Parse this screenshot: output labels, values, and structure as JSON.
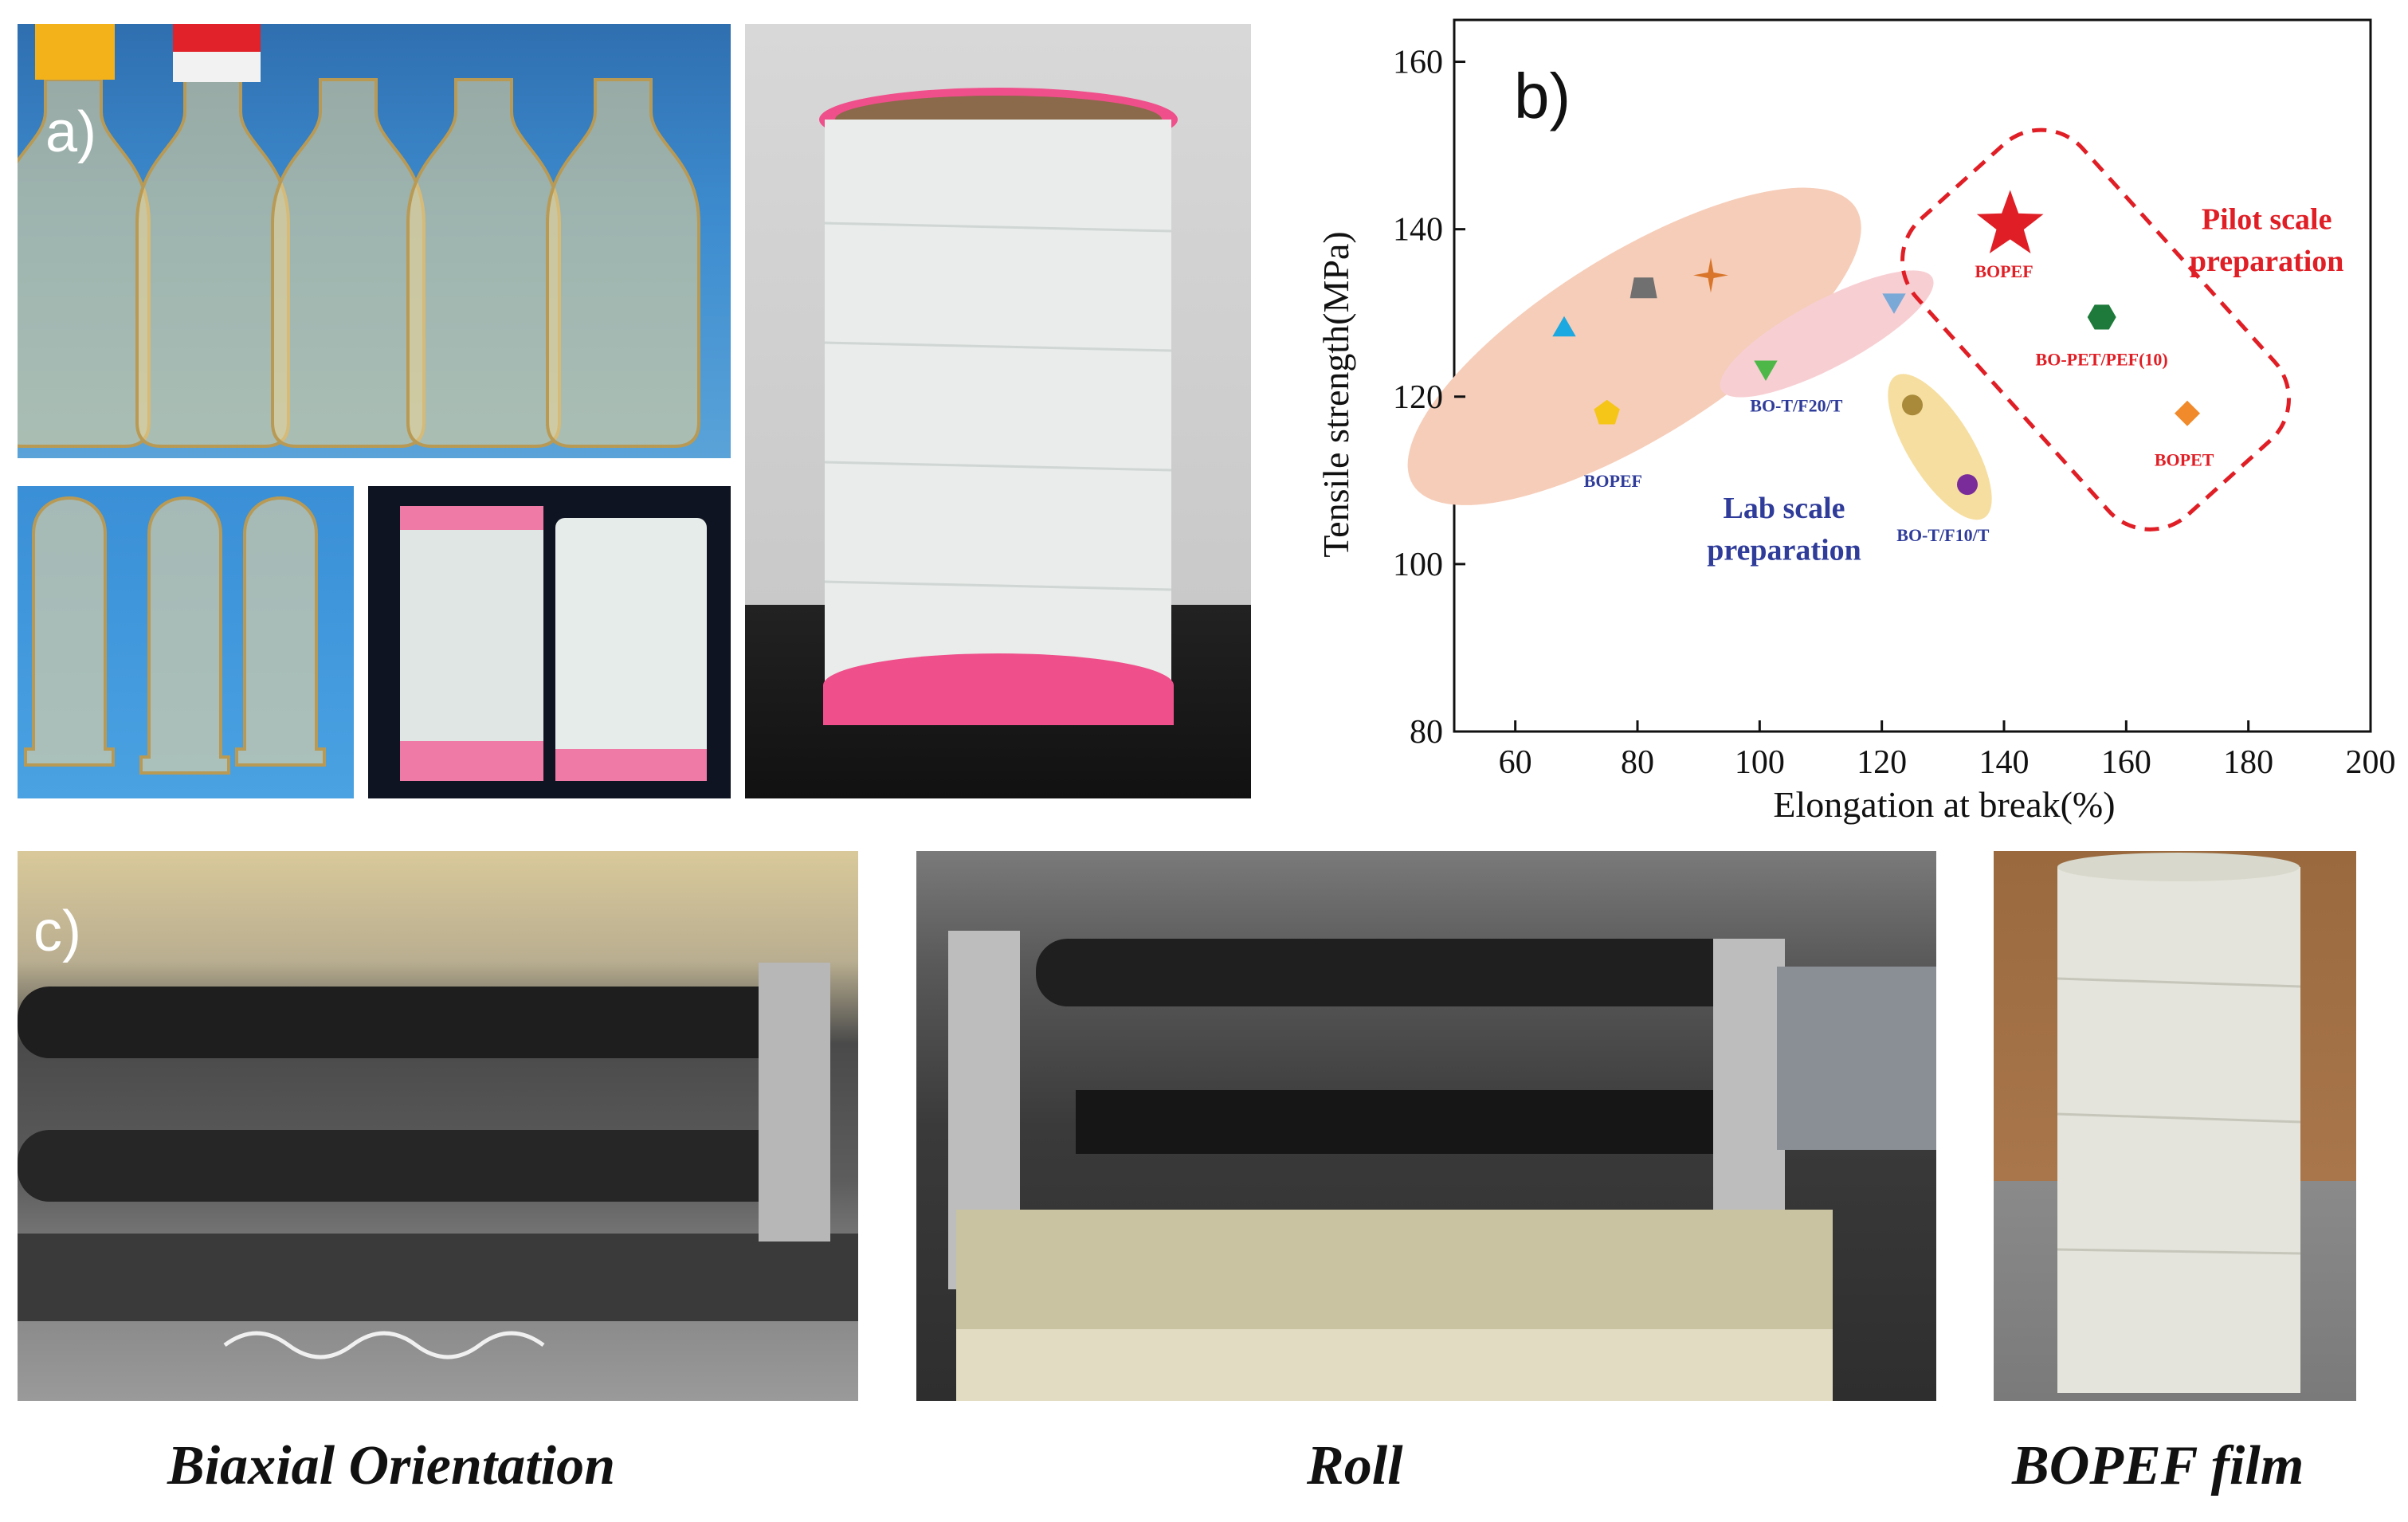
{
  "panels": {
    "a": "a)",
    "b": "b)",
    "c": "c)"
  },
  "captions": {
    "biaxial": "Biaxial Orientation",
    "roll": "Roll",
    "film": "BOPEF film"
  },
  "colors": {
    "lab_blue": "#2f3c9a",
    "pilot_red": "#e01e25",
    "lab_ellipse": "#f6cdb9",
    "pink_ellipse": "#f7cfd3",
    "yellow_ellipse": "#f6dea0"
  },
  "chart_data": {
    "type": "scatter",
    "xlabel": "Elongation at break(%)",
    "ylabel": "Tensile strength(MPa)",
    "xlim": [
      50,
      200
    ],
    "ylim": [
      80,
      165
    ],
    "xticks": [
      60,
      80,
      100,
      120,
      140,
      160,
      180,
      200
    ],
    "yticks": [
      80,
      100,
      120,
      140,
      160
    ],
    "grid": false,
    "points": [
      {
        "x": 68,
        "y": 128,
        "marker": "triangle-up",
        "color": "#1ca8e0"
      },
      {
        "x": 75,
        "y": 118,
        "marker": "pentagon",
        "color": "#f5c518"
      },
      {
        "x": 81,
        "y": 133,
        "marker": "trapezoid",
        "color": "#707070"
      },
      {
        "x": 92,
        "y": 134.5,
        "marker": "cross-star",
        "color": "#d8752a"
      },
      {
        "x": 101,
        "y": 123.5,
        "marker": "triangle-down",
        "color": "#4db848"
      },
      {
        "x": 122,
        "y": 131.5,
        "marker": "triangle-down",
        "color": "#7aa9d8"
      },
      {
        "x": 125,
        "y": 119,
        "marker": "circle",
        "color": "#a88a3a"
      },
      {
        "x": 134,
        "y": 109.5,
        "marker": "circle",
        "color": "#7a2d9a"
      },
      {
        "x": 141,
        "y": 140.5,
        "marker": "star",
        "color": "#e01e25"
      },
      {
        "x": 156,
        "y": 129.5,
        "marker": "hexagon",
        "color": "#1e7a3a"
      },
      {
        "x": 170,
        "y": 118,
        "marker": "diamond",
        "color": "#f08a2a"
      }
    ],
    "annotations": {
      "bopef_lab": "BOPEF",
      "bo_t_f20_t": "BO-T/F20/T",
      "bo_t_f10_t": "BO-T/F10/T",
      "bopef_pilot": "BOPEF",
      "bo_pet_pef": "BO-PET/PEF(10)",
      "bopet": "BOPET",
      "lab_line1": "Lab scale",
      "lab_line2": "preparation",
      "pilot_line1": "Pilot scale",
      "pilot_line2": "preparation"
    }
  }
}
